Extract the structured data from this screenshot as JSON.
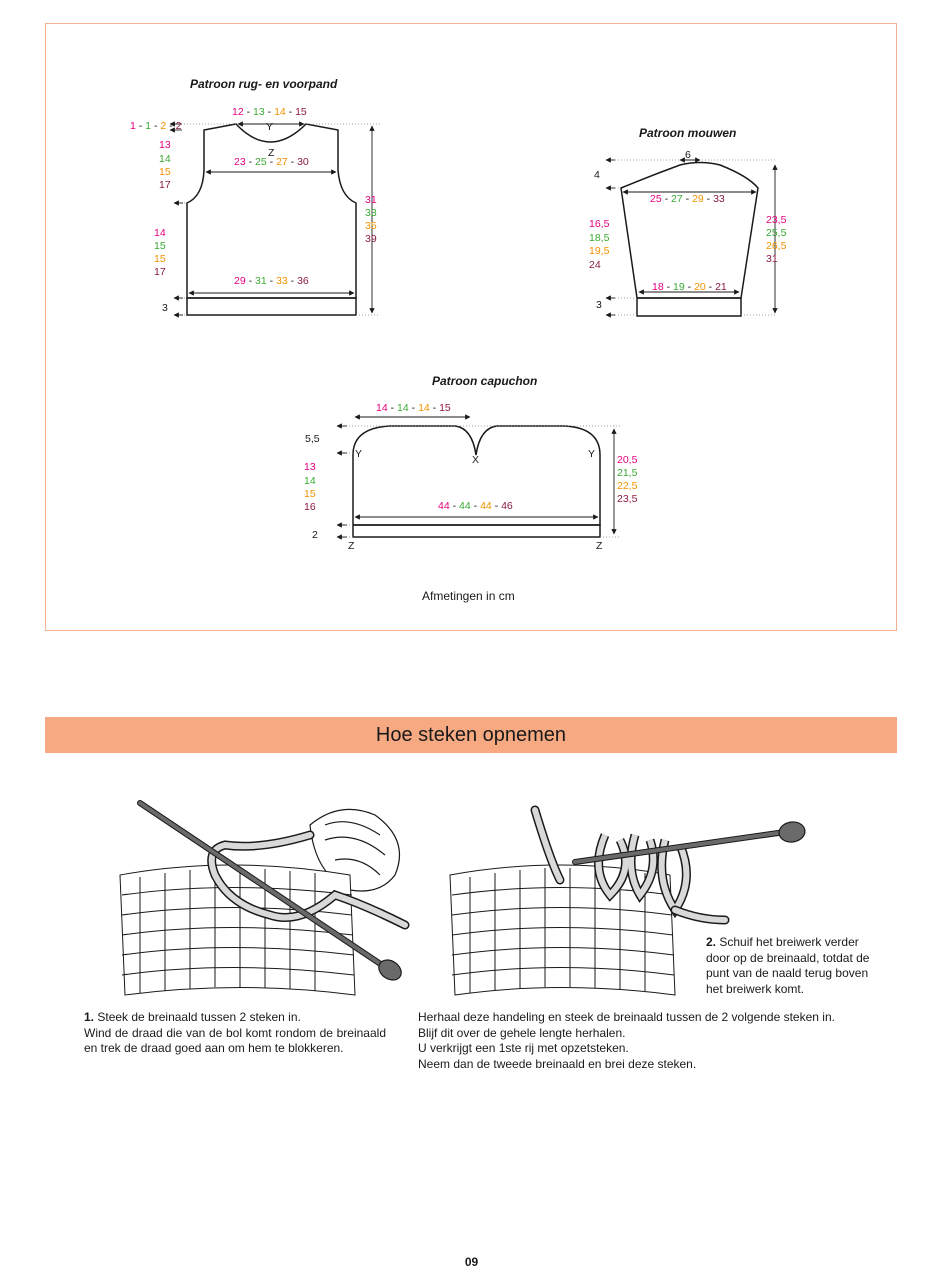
{
  "colors": {
    "frame": "#f2b08c",
    "banner": "#f7a982",
    "size1": "#e6007e",
    "size2": "#3aaa35",
    "size3": "#f39200",
    "size4": "#8c1c3f"
  },
  "pattern_body": {
    "title": "Patroon rug- en voorpand",
    "shoulder": [
      "1",
      "1",
      "2",
      "2"
    ],
    "neck_width": [
      "12",
      "13",
      "14",
      "15"
    ],
    "neck_marker_y": "Y",
    "neck_marker_z": "Z",
    "armhole_height": [
      "13",
      "14",
      "15",
      "17"
    ],
    "chest_width": [
      "23",
      "25",
      "27",
      "30"
    ],
    "side_length": [
      "14",
      "15",
      "15",
      "17"
    ],
    "total_length": [
      "31",
      "33",
      "35",
      "39"
    ],
    "bottom_width": [
      "29",
      "31",
      "33",
      "36"
    ],
    "rib": "3"
  },
  "pattern_sleeves": {
    "title": "Patroon mouwen",
    "top": "6",
    "cap": "4",
    "upper_width": [
      "25",
      "27",
      "29",
      "33"
    ],
    "side_length": [
      "16,5",
      "18,5",
      "19,5",
      "24"
    ],
    "total_length": [
      "23,5",
      "25,5",
      "26,5",
      "31"
    ],
    "cuff_width": [
      "18",
      "19",
      "20",
      "21"
    ],
    "rib": "3"
  },
  "pattern_hood": {
    "title": "Patroon capuchon",
    "top_width": [
      "14",
      "14",
      "14",
      "15"
    ],
    "curve": "5,5",
    "marker_y": "Y",
    "marker_x": "X",
    "marker_z": "Z",
    "side_length": [
      "13",
      "14",
      "15",
      "16"
    ],
    "total_length": [
      "20,5",
      "21,5",
      "22,5",
      "23,5"
    ],
    "bottom_width": [
      "44",
      "44",
      "44",
      "46"
    ],
    "rib": "2"
  },
  "measurements_note": "Afmetingen in cm",
  "section_title": "Hoe steken opnemen",
  "step1": {
    "number": "1.",
    "text": "Steek de breinaald tussen 2 steken in.",
    "continuation": "Wind de draad die van de bol komt rondom de breinaald en trek de draad  goed aan om hem te blokkeren."
  },
  "step_middle": [
    "Herhaal deze handeling en steek de breinaald tussen de 2 volgende steken in.",
    "Blijf dit over de gehele lengte herhalen.",
    "U verkrijgt een 1ste rij met opzetsteken.",
    "Neem dan de tweede breinaald en brei deze steken."
  ],
  "step2": {
    "number": "2.",
    "text": "Schuif  het breiwerk verder door op de breinaald, totdat de punt van de naald terug boven het breiwerk komt."
  },
  "page_number": "09"
}
